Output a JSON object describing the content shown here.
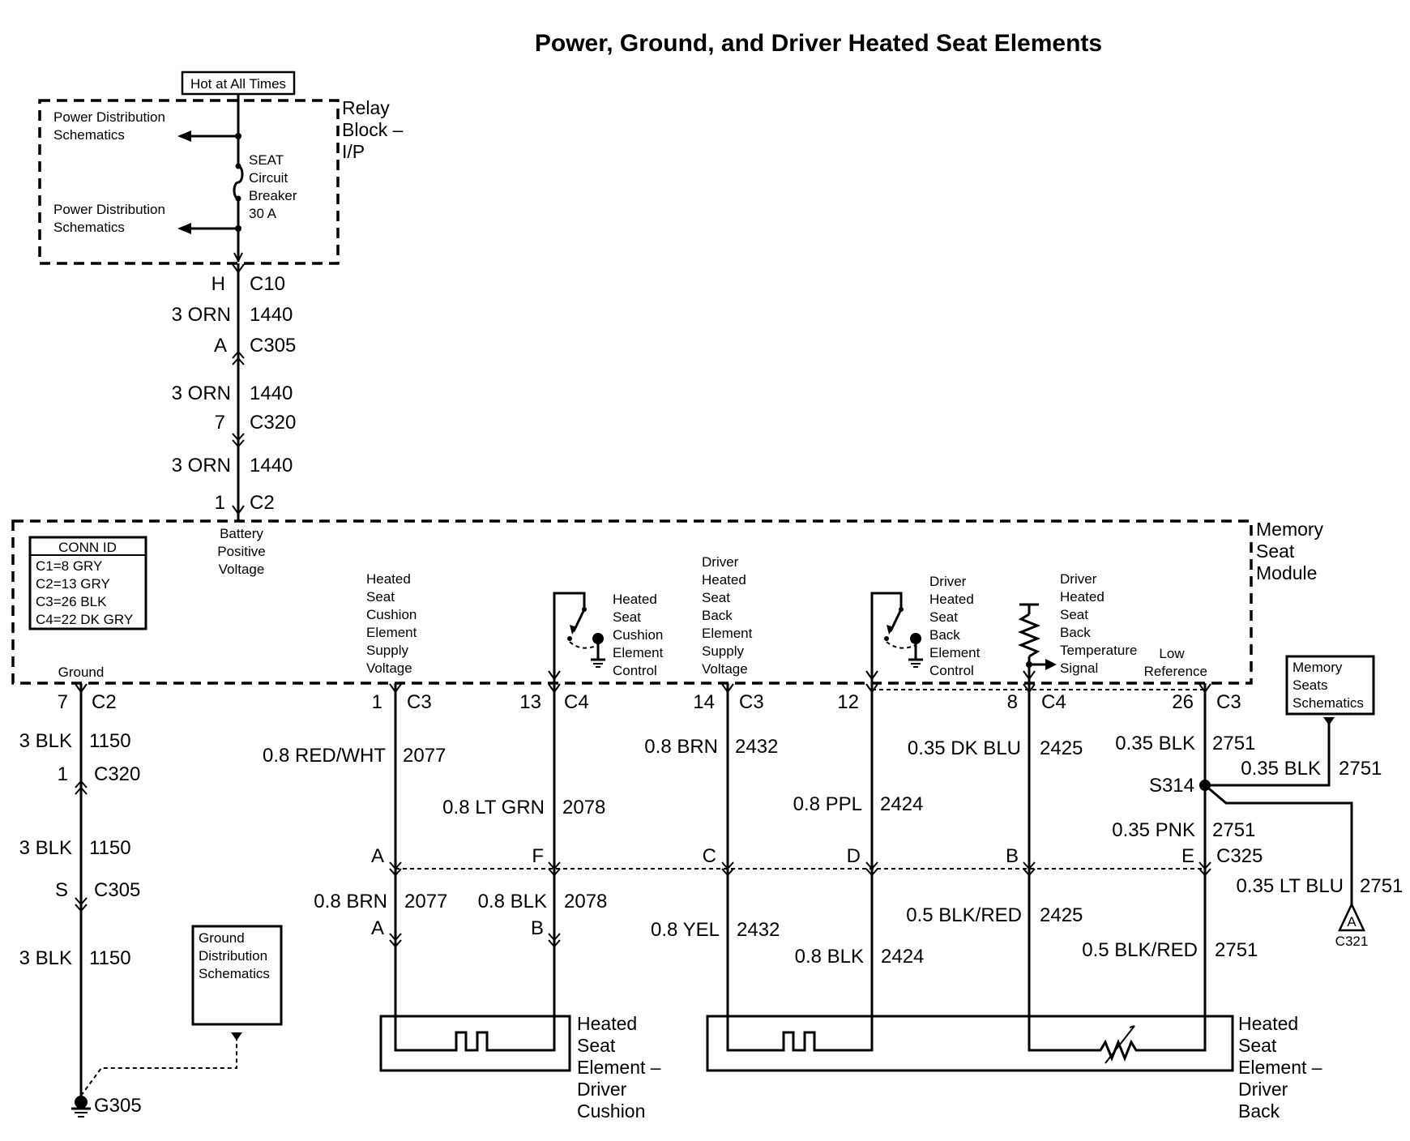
{
  "title": "Power, Ground, and Driver Heated Seat Elements",
  "hot_at_all_times": "Hot at All Times",
  "relay_block": [
    "Relay",
    "Block –",
    "I/P"
  ],
  "power_dist": [
    "Power Distribution",
    "Schematics"
  ],
  "circuit_breaker": [
    "SEAT",
    "Circuit",
    "Breaker",
    "30 A"
  ],
  "power_feed": [
    {
      "pin": "H",
      "connector": "C10"
    },
    {
      "wire": "3 ORN",
      "circuit": "1440"
    },
    {
      "pin": "A",
      "connector": "C305"
    },
    {
      "wire": "3 ORN",
      "circuit": "1440"
    },
    {
      "pin": "7",
      "connector": "C320"
    },
    {
      "wire": "3 ORN",
      "circuit": "1440"
    },
    {
      "pin": "1",
      "connector": "C2"
    }
  ],
  "module": {
    "name": [
      "Memory",
      "Seat",
      "Module"
    ],
    "conn_id_title": "CONN ID",
    "conn_id": [
      "C1=8 GRY",
      "C2=13 GRY",
      "C3=26 BLK",
      "C4=22 DK GRY"
    ],
    "battery_label": [
      "Battery",
      "Positive",
      "Voltage"
    ],
    "ground_label": "Ground",
    "cushion_supply": [
      "Heated",
      "Seat",
      "Cushion",
      "Element",
      "Supply",
      "Voltage"
    ],
    "cushion_control": [
      "Heated",
      "Seat",
      "Cushion",
      "Element",
      "Control"
    ],
    "back_supply": [
      "Driver",
      "Heated",
      "Seat",
      "Back",
      "Element",
      "Supply",
      "Voltage"
    ],
    "back_control": [
      "Driver",
      "Heated",
      "Seat",
      "Back",
      "Element",
      "Control"
    ],
    "temp_signal": [
      "Driver",
      "Heated",
      "Seat",
      "Back",
      "Temperature",
      "Signal"
    ],
    "low_ref": [
      "Low",
      "Reference"
    ]
  },
  "ground": [
    {
      "pin": "7",
      "connector": "C2"
    },
    {
      "wire": "3 BLK",
      "circuit": "1150"
    },
    {
      "pin": "1",
      "connector": "C320"
    },
    {
      "wire": "3 BLK",
      "circuit": "1150"
    },
    {
      "pin": "S",
      "connector": "C305"
    },
    {
      "wire": "3 BLK",
      "circuit": "1150"
    },
    {
      "ground": "G305"
    }
  ],
  "ground_dist": [
    "Ground",
    "Distribution",
    "Schematics"
  ],
  "module_pins": [
    {
      "pin": "1",
      "connector": "C3"
    },
    {
      "pin": "13",
      "connector": "C4"
    },
    {
      "pin": "14",
      "connector": "C3"
    },
    {
      "pin": "12",
      "connector": ""
    },
    {
      "pin": "8",
      "connector": "C4"
    },
    {
      "pin": "26",
      "connector": "C3"
    }
  ],
  "upper_wires": [
    {
      "wire": "0.8 RED/WHT",
      "circuit": "2077"
    },
    {
      "wire": "0.8 LT GRN",
      "circuit": "2078"
    },
    {
      "wire": "0.8 BRN",
      "circuit": "2432"
    },
    {
      "wire": "0.8 PPL",
      "circuit": "2424"
    },
    {
      "wire": "0.35 DK BLU",
      "circuit": "2425"
    },
    {
      "wire": "0.35 BLK",
      "circuit": "2751"
    }
  ],
  "splice": {
    "name": "S314",
    "wire_right": "0.35 BLK",
    "circuit_right": "2751",
    "wire_down": "0.35 PNK",
    "circuit_down": "2751",
    "wire_ltblu": "0.35 LT BLU",
    "circuit_ltblu": "2751",
    "memory_seats": [
      "Memory",
      "Seats",
      "Schematics"
    ],
    "offpage_letter": "A",
    "offpage_conn": "C321"
  },
  "c325_pins": [
    "A",
    "F",
    "C",
    "D",
    "B",
    "E"
  ],
  "c325_name": "C325",
  "lower_wires": [
    {
      "wire": "0.8 BRN",
      "circuit": "2077"
    },
    {
      "wire": "0.8 BLK",
      "circuit": "2078"
    },
    {
      "wire": "0.8 YEL",
      "circuit": "2432"
    },
    {
      "wire": "0.8 BLK",
      "circuit": "2424"
    },
    {
      "wire": "0.5 BLK/RED",
      "circuit": "2425"
    },
    {
      "wire": "0.5 BLK/RED",
      "circuit": "2751"
    }
  ],
  "element_pins": [
    "A",
    "B"
  ],
  "cushion_element": [
    "Heated",
    "Seat",
    "Element –",
    "Driver",
    "Cushion"
  ],
  "back_element": [
    "Heated",
    "Seat",
    "Element –",
    "Driver",
    "Back"
  ]
}
